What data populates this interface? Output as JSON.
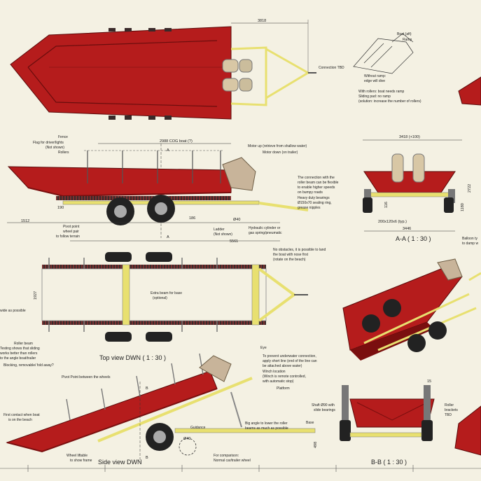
{
  "colors": {
    "paper": "#f4f1e3",
    "boat_red": "#b51c1c",
    "boat_dark": "#7a0f0f",
    "frame_yellow": "#e8e070",
    "roller_dark": "#3a2a2a",
    "tire": "#222222",
    "motor": "#c8b49a",
    "line": "#333333"
  },
  "views": {
    "side_view_title": "Side view DWN",
    "top_view_title": "Top view DWN ( 1 : 30 )",
    "section_aa": "A-A ( 1 : 30 )",
    "section_bb": "B-B ( 1 : 30 )",
    "marker_a": "A",
    "marker_b": "B"
  },
  "dimensions": {
    "top_length": "3818",
    "cog": "2988 COG boat (?)",
    "d190": "190",
    "d1512": "1512",
    "d5561": "5561",
    "d186": "186",
    "d1927": "1927",
    "d3418": "3418 (+100)",
    "d2722": "2722",
    "d1180": "1180",
    "d3446": "3446",
    "d116": "116",
    "d40": "Ø40",
    "d15": "15",
    "d498": "498",
    "roller_spec": "200x120x6 (typ.)"
  },
  "labels": {
    "connection": "Connection TBD",
    "boat_aft": "Boat (aft)",
    "ramp": "Ramp",
    "without_ramp": "Without ramp:",
    "edge_dive": "edge will dive",
    "with_rollers": "With rollers: boat needs ramp",
    "sliding_pad": "Sliding pad: no ramp",
    "solution": "(solution: increase the number of rollers)",
    "fence": "Fence",
    "flag": "Flag for driver/lights",
    "not_shown": "(Not shown)",
    "rollers": "Rollers",
    "motor_up": "Motor up (retrieve from shallow water)",
    "motor_down": "Motor down (on trailer)",
    "conn_roller": "The connection with the",
    "conn_roller2": "roller beam can be flexible",
    "conn_roller3": "to enable higher speeds",
    "conn_roller4": "on bumpy roads",
    "bearings": "Heavy duty bearings",
    "bearings2": "Ø150x70 sealing ring,",
    "bearings3": "grease nipples",
    "pivot_pair": "Pivot point",
    "pivot_pair2": "wheel pair",
    "pivot_pair3": "to follow terrain",
    "ladder": "Ladder",
    "ladder2": "(Not shown)",
    "hydraulic": "Hydraulic cylinder or",
    "hydraulic2": "gas spring/pneumatic",
    "balloon": "Balloon ty",
    "balloon2": "to damp w",
    "no_obstacles": "No obstacles, it is possible to land",
    "no_obstacles2": "the boat with nose first",
    "no_obstacles3": "(rotate on the beach)",
    "extra_beam": "Extra beam for base",
    "optional": "(optional)",
    "wide": "wide as possible",
    "roller_beam": "Roller beam",
    "testing": "Testing shows that sliding",
    "testing2": "works better than rollers",
    "testing3": "to the angle boat/trailer",
    "blocking": "Blocking, removable/ fold away?",
    "pivot_wheels": "Pivot Point between the wheels",
    "eye": "Eye",
    "prevent": "To prevent underwater connection,",
    "prevent2": "apply short line (end of the line can",
    "prevent3": "be attached above water)",
    "winch": "Winch location",
    "winch2": "(Winch is remote controlled,",
    "winch3": "with automatic stop)",
    "platform": "Platform",
    "first_contact": "First contact when boat",
    "first_contact2": "is on the beach",
    "big_angle": "Big angle to lower the roller",
    "big_angle2": "beams as much as possible",
    "base": "Base",
    "guidance": "Guidance",
    "wheel_liftable": "Wheel liftable",
    "wheel_liftable2": "to show frame",
    "for_comparison": "For comparison:",
    "for_comparison2": "Normal car/trailer wheel",
    "shaft": "Shaft Ø90 with",
    "shaft2": "slide bearings",
    "roller_brackets": "Roller",
    "roller_brackets2": "brackets",
    "roller_brackets3": "TBD",
    "d40_label": "Ø40"
  }
}
